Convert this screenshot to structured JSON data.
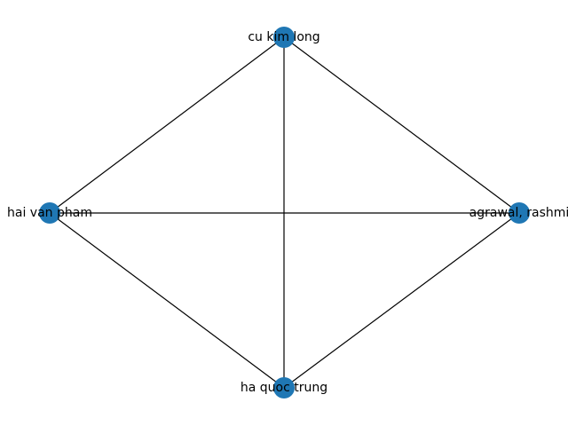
{
  "graph": {
    "node_color": "#1f77b4",
    "edge_color": "#000000",
    "nodes": [
      {
        "id": "cu-kim-long",
        "label": "cu kim long"
      },
      {
        "id": "hai-van-pham",
        "label": "hai van pham"
      },
      {
        "id": "agrawal-rashmi",
        "label": "agrawal, rashmi"
      },
      {
        "id": "ha-quoc-trung",
        "label": "ha quoc trung"
      }
    ],
    "edges": [
      [
        "cu-kim-long",
        "hai-van-pham"
      ],
      [
        "cu-kim-long",
        "agrawal-rashmi"
      ],
      [
        "cu-kim-long",
        "ha-quoc-trung"
      ],
      [
        "hai-van-pham",
        "agrawal-rashmi"
      ],
      [
        "hai-van-pham",
        "ha-quoc-trung"
      ],
      [
        "agrawal-rashmi",
        "ha-quoc-trung"
      ]
    ]
  }
}
